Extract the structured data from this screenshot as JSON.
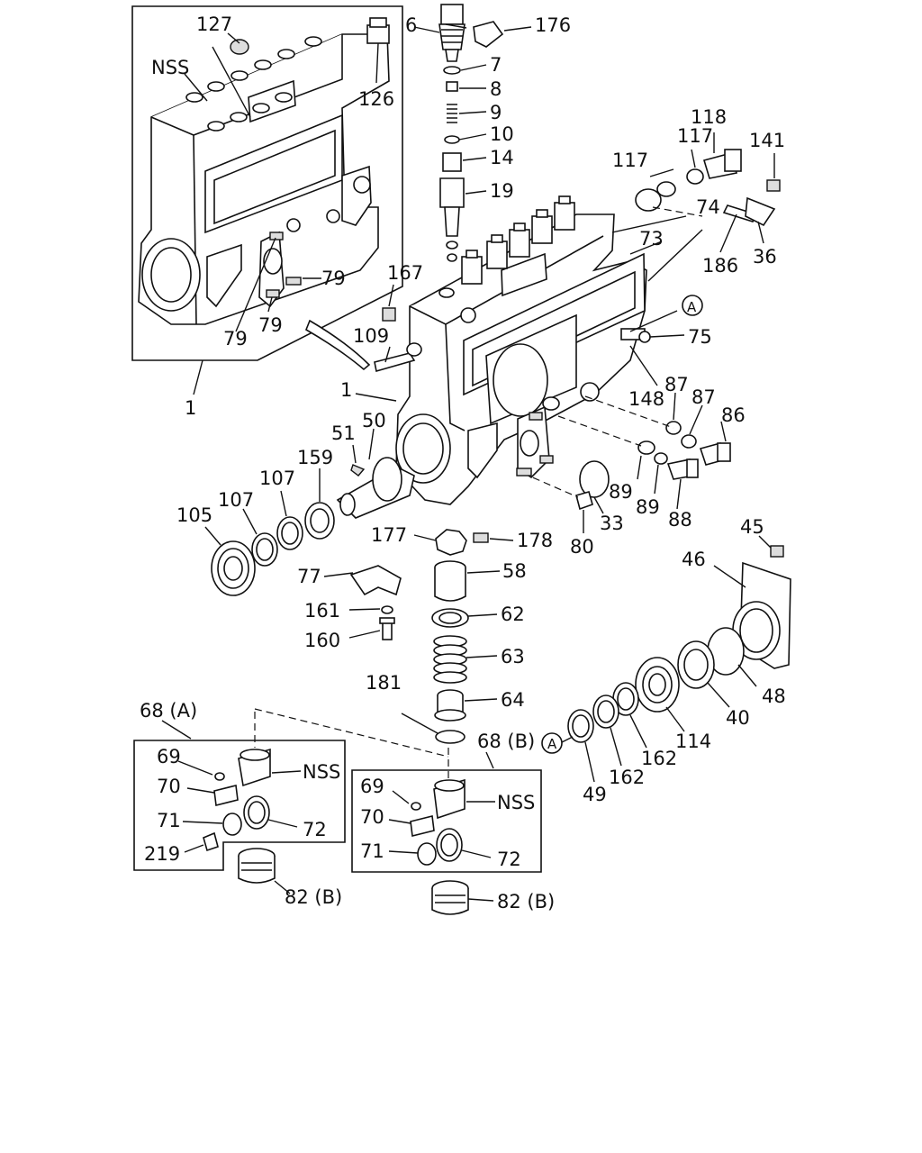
{
  "labels": {
    "p1a": "1",
    "p1b": "1",
    "nss1": "NSS",
    "p127": "127",
    "p126": "126",
    "p79a": "79",
    "p79b": "79",
    "p79c": "79",
    "p6": "6",
    "p176": "176",
    "p7": "7",
    "p8": "8",
    "p9": "9",
    "p10": "10",
    "p14": "14",
    "p19": "19",
    "p118": "118",
    "p117a": "117",
    "p117b": "117",
    "p141": "141",
    "p74": "74",
    "p73": "73",
    "p186": "186",
    "p36": "36",
    "p167": "167",
    "p109": "109",
    "pA1": "A",
    "p75": "75",
    "p148": "148",
    "p87a": "87",
    "p87b": "87",
    "p86": "86",
    "p51": "51",
    "p50": "50",
    "p159": "159",
    "p107a": "107",
    "p107b": "107",
    "p105": "105",
    "p89a": "89",
    "p89b": "89",
    "p88": "88",
    "p33": "33",
    "p80": "80",
    "p177": "177",
    "p178": "178",
    "p58": "58",
    "p77": "77",
    "p161": "161",
    "p160": "160",
    "p62": "62",
    "p63": "63",
    "p64": "64",
    "p181": "181",
    "p45": "45",
    "p46": "46",
    "p48": "48",
    "p40": "40",
    "p114": "114",
    "p162a": "162",
    "p162b": "162",
    "pA2": "A",
    "p49": "49",
    "p68a": "68 (A)",
    "p68b": "68 (B)",
    "p69a": "69",
    "p70a": "70",
    "p71a": "71",
    "p219": "219",
    "p72a": "72",
    "nss2": "NSS",
    "p82a": "82 (B)",
    "p69b": "69",
    "p70b": "70",
    "p71b": "71",
    "p72b": "72",
    "nss3": "NSS",
    "p82b": "82 (B)"
  }
}
